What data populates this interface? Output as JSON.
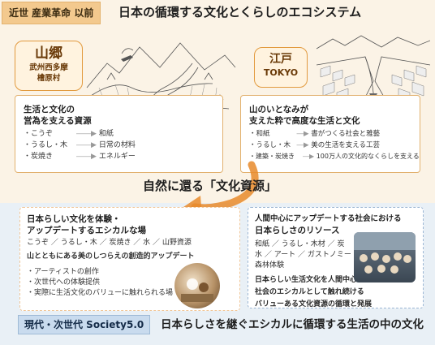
{
  "header": {
    "era_tag": "近世 産業革命 以前",
    "title": "日本の循環する文化とくらしのエコシステム"
  },
  "satoyama": {
    "badge_main": "山郷",
    "badge_sub1": "武州西多摩",
    "badge_sub2": "檜原村",
    "card_title_1": "生活と文化の",
    "card_title_2": "営為を支える資源",
    "rows": [
      {
        "left": "こうぞ",
        "right": "和紙"
      },
      {
        "left": "うるし・木",
        "right": "日常の材料"
      },
      {
        "left": "炭焼き",
        "right": "エネルギー"
      }
    ]
  },
  "edo": {
    "badge_main": "江戸",
    "badge_sub": "TOKYO",
    "card_title_1": "山のいとなみが",
    "card_title_2": "支えた粋で高度な生活と文化",
    "rows": [
      {
        "left": "和紙",
        "right": "書がつくる社会と雅藝"
      },
      {
        "left": "うるし・木",
        "right": "美の生活を支える工芸"
      },
      {
        "left": "建築・炭焼き",
        "right": "100万人の文化的なくらしを支える"
      }
    ]
  },
  "middle_heading": "自然に還る「文化資源」",
  "modern_left": {
    "title_1": "日本らしい文化を体験・",
    "title_2": "アップデートするエシカルな場",
    "resources": "こうぞ ／ うるし・木 ／ 炭焼き ／ 水 ／ 山野資源",
    "tagline": "山とともにある美のしつらえの創造的アップデート",
    "items": [
      "アーティストの創作",
      "次世代への体験提供",
      "実際に生活文化のバリューに触れられる場"
    ]
  },
  "modern_right": {
    "title_1": "人間中心にアップデートする社会における",
    "title_2": "日本らしさのリソース",
    "resources_1": "和紙 ／ うるし・木材 ／ 炭",
    "resources_2": "水 ／ アート ／ ガストノミー",
    "resources_3": "森林体験",
    "lines": [
      "日本らしい生活文化を人間中心",
      "社会のエシカルとして触れ続ける",
      "バリューある文化資源の循環と発展"
    ]
  },
  "footer": {
    "era_tag": "現代・次世代 Society5.0",
    "title": "日本らしさを継ぐエシカルに循環する生活の中の文化"
  },
  "colors": {
    "warm_accent": "#e29a3e",
    "cool_accent": "#9cb6d3",
    "arrow": "#e88a2a"
  }
}
